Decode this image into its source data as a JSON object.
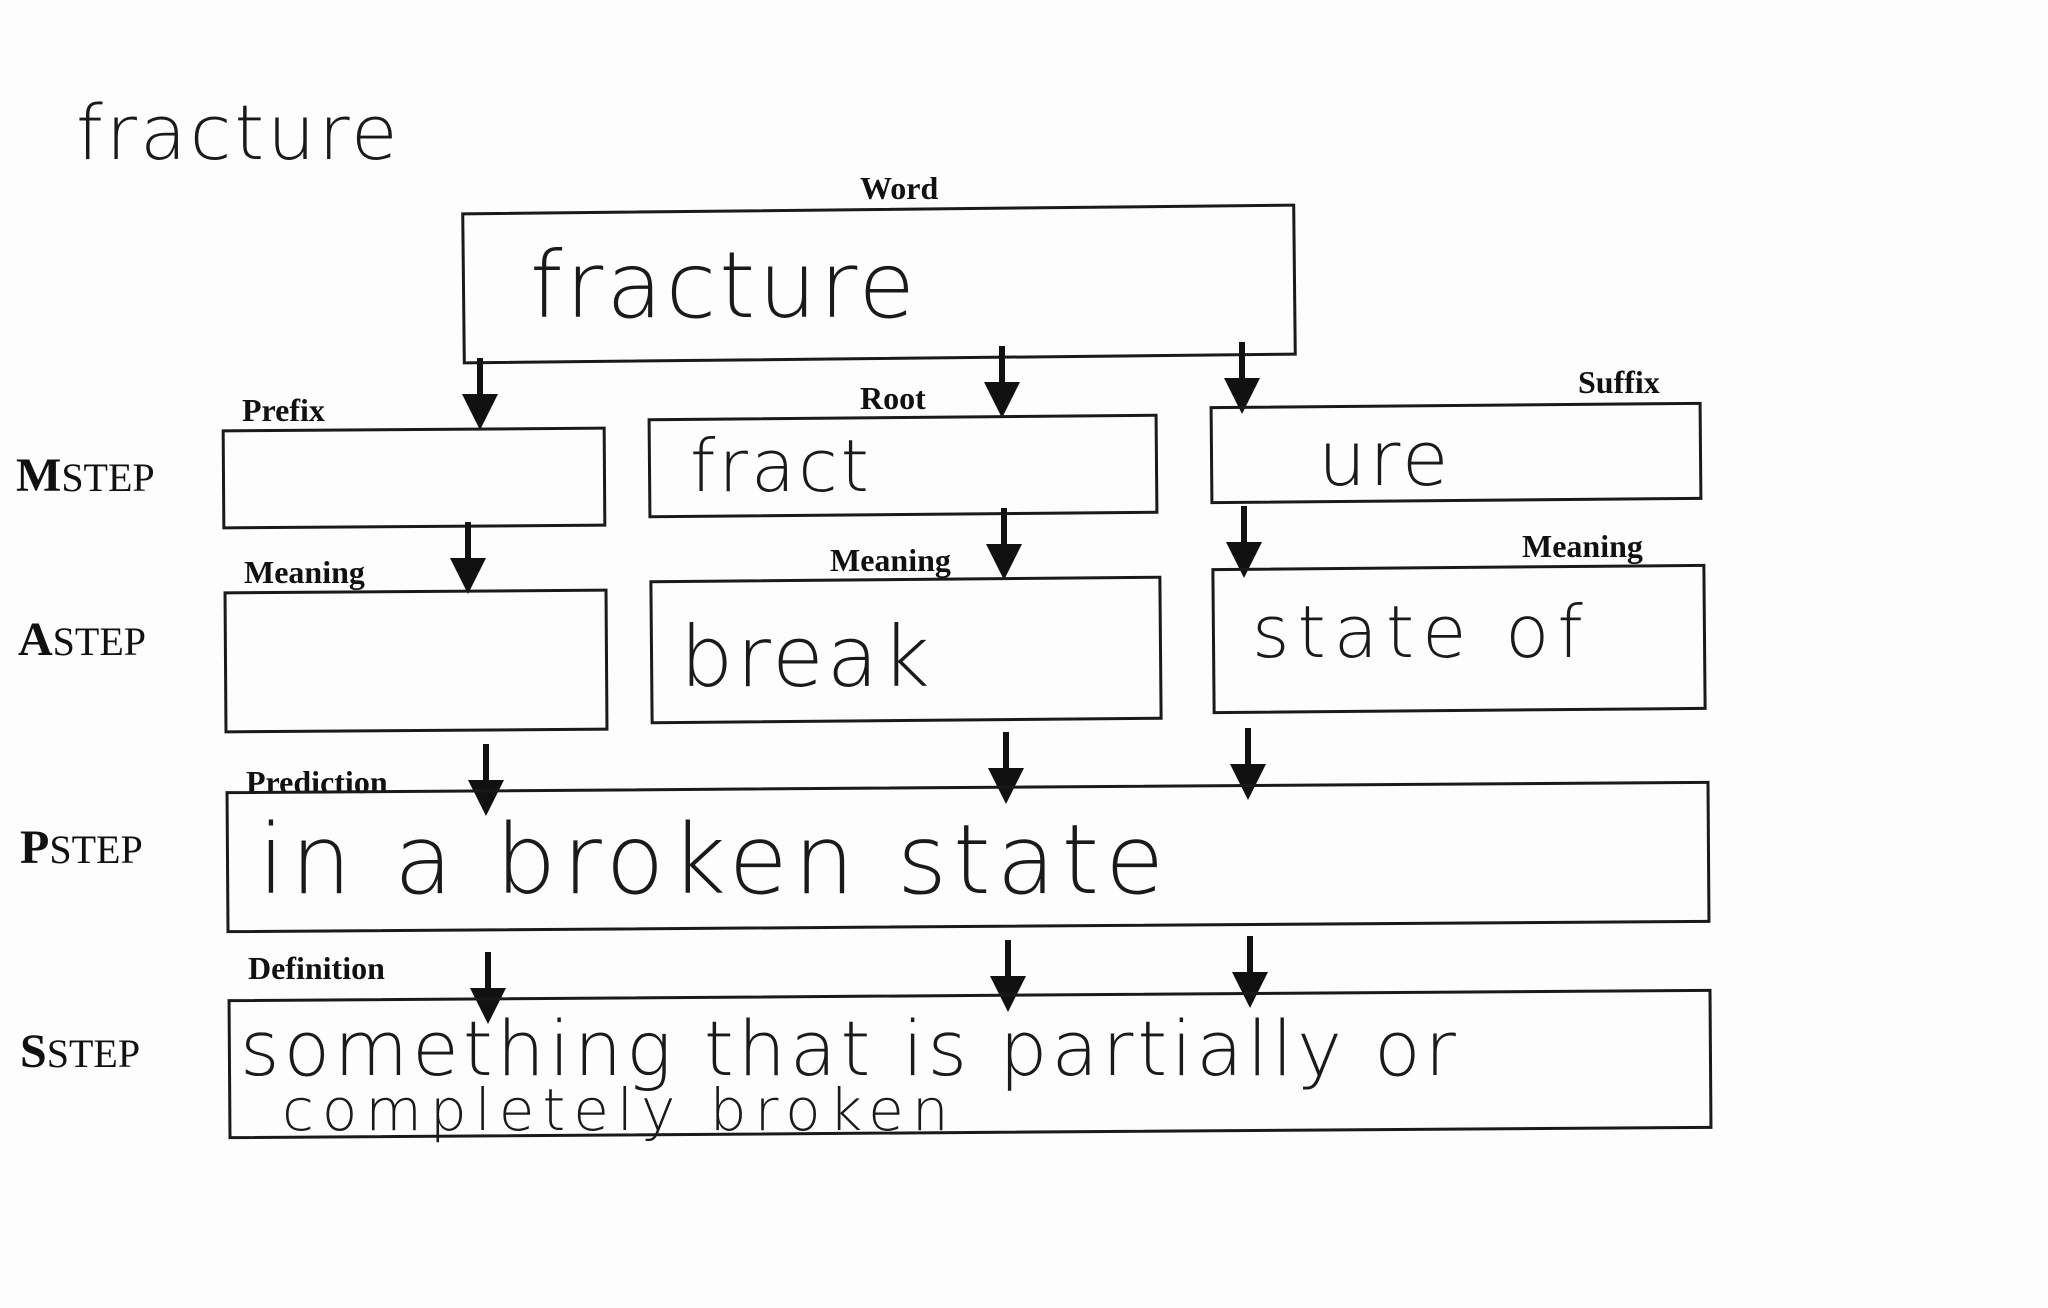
{
  "header_handwriting": "fracture",
  "word_label": "Word",
  "word_value": "fracture",
  "prefix": {
    "label": "Prefix",
    "value": ""
  },
  "root": {
    "label": "Root",
    "value": "fract"
  },
  "suffix": {
    "label": "Suffix",
    "value": "ure"
  },
  "prefix_meaning": {
    "label": "Meaning",
    "value": ""
  },
  "root_meaning": {
    "label": "Meaning",
    "value": "break"
  },
  "suffix_meaning": {
    "label": "Meaning",
    "value": "state of"
  },
  "prediction": {
    "label": "Prediction",
    "value": "in  a broken state"
  },
  "definition": {
    "label": "Definition",
    "line1": "something that is partially or",
    "line2": "completely broken"
  },
  "steps": [
    {
      "letter": "M",
      "word": "STEP"
    },
    {
      "letter": "A",
      "word": "STEP"
    },
    {
      "letter": "P",
      "word": "STEP"
    },
    {
      "letter": "S",
      "word": "STEP"
    }
  ]
}
